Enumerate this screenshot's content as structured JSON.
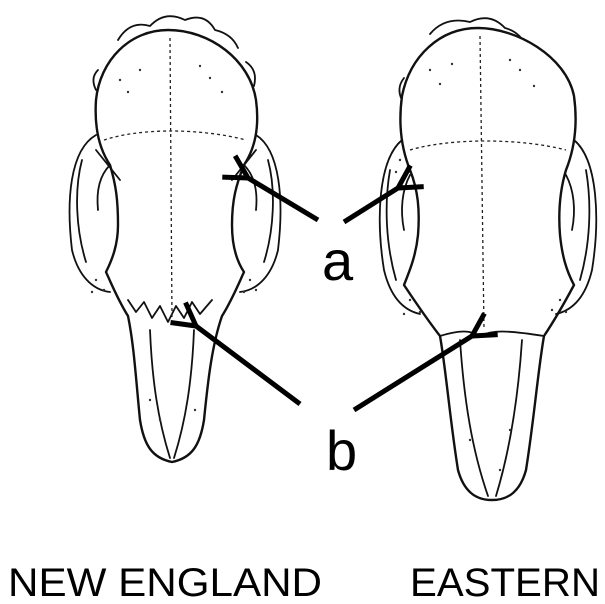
{
  "labels": {
    "a": "a",
    "b": "b"
  },
  "captions": {
    "left": "NEW ENGLAND",
    "right": "EASTERN"
  },
  "colors": {
    "ink": "#000000",
    "paper": "#ffffff"
  }
}
